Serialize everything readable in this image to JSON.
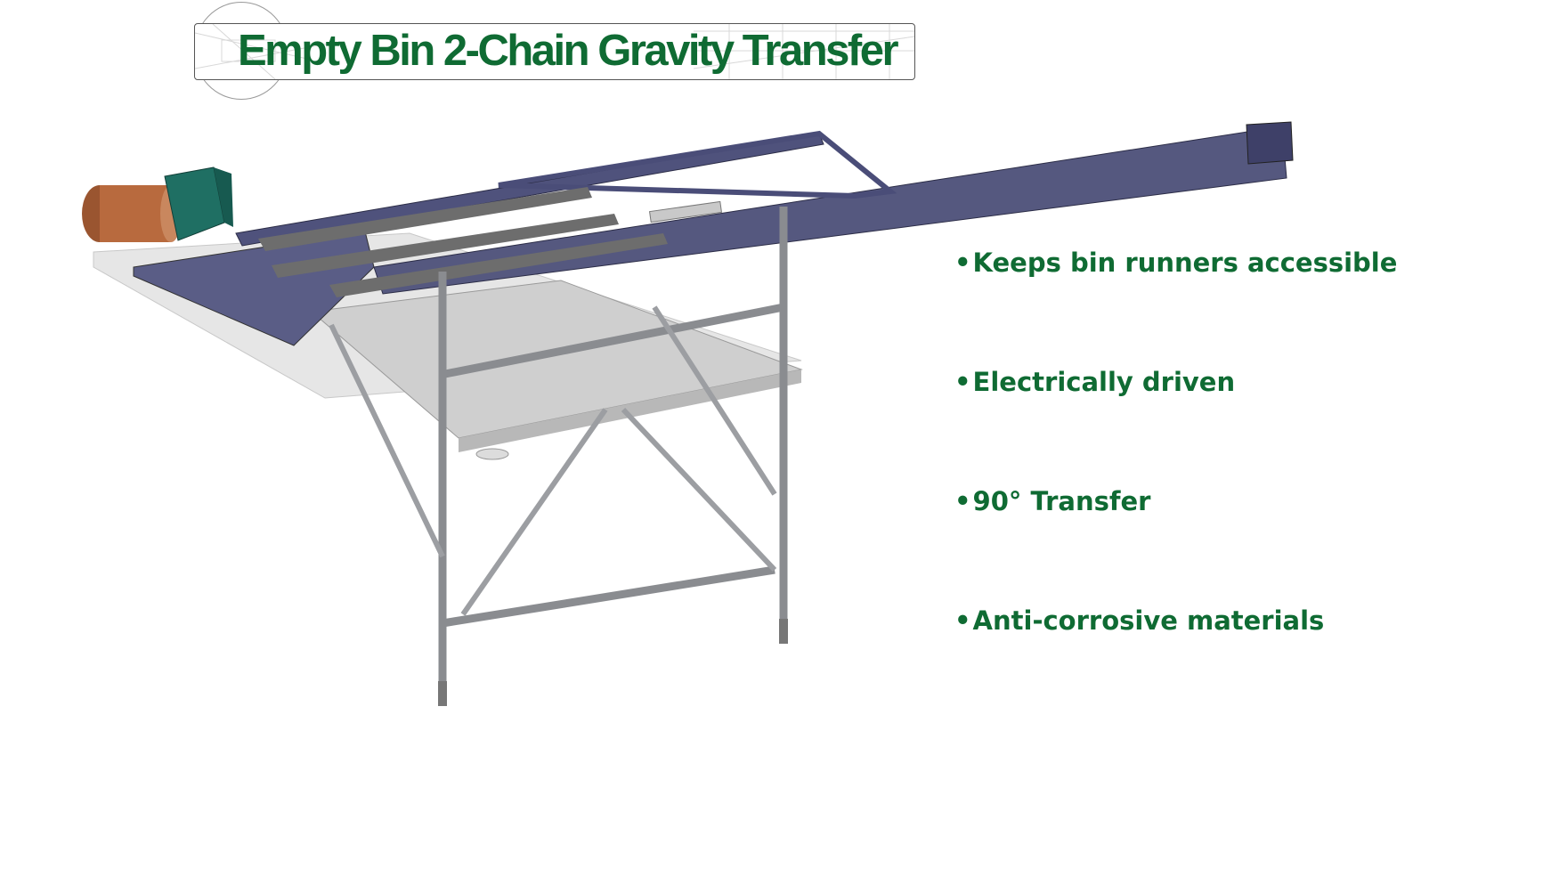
{
  "title": "Empty Bin 2-Chain Gravity Transfer",
  "bullet_symbol": "•",
  "features": [
    "Keeps bin runners accessible",
    "Electrically driven",
    "90° Transfer",
    "Anti-corrosive materials"
  ],
  "colors": {
    "title_green": "#0f6b33",
    "frame_navy": "#4a4d78",
    "motor_copper": "#b86a3e",
    "gearbox_teal": "#1f6f63",
    "steel_grey": "#8a8c90"
  },
  "icons": [
    "conveyor-machine-illustration",
    "cad-sketch-background"
  ]
}
